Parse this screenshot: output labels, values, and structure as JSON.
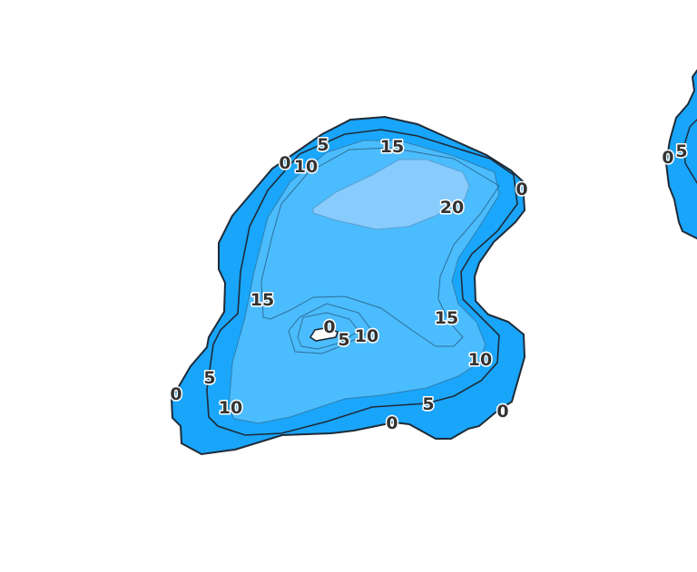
{
  "map": {
    "colors": {
      "land": "#ffffff",
      "depth_0_10": "#18a5fa",
      "depth_10_20": "#4bbcfd",
      "depth_20_plus": "#88cbfd",
      "shoreline": "#1e2b38",
      "contour_line": "#2f6f99",
      "label_text": "#333333"
    },
    "contour_levels": [
      0,
      5,
      10,
      15,
      20
    ],
    "labels": [
      "0",
      "5",
      "10",
      "15",
      "0",
      "20",
      "15",
      "0",
      "5",
      "10",
      "15",
      "10",
      "5",
      "0",
      "10",
      "5",
      "0",
      "0",
      "0",
      "5"
    ]
  }
}
